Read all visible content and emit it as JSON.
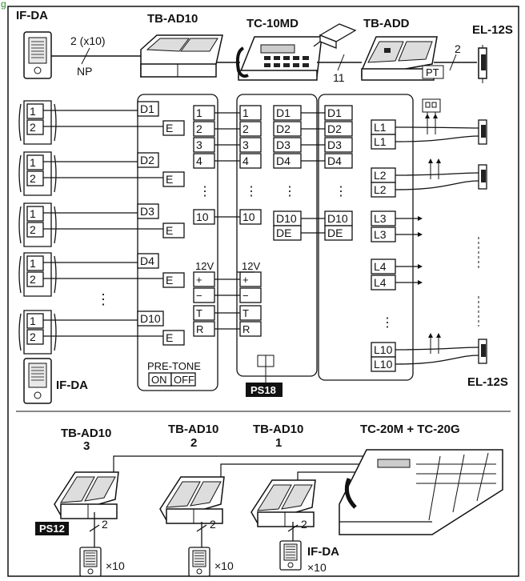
{
  "corner_text": "g",
  "top": {
    "if_da": "IF-DA",
    "tb_ad10": "TB-AD10",
    "tc_10md": "TC-10MD",
    "tb_add": "TB-ADD",
    "el_12s": "EL-12S",
    "wire_2x10": "2 (x10)",
    "wire_np": "NP",
    "wire_11": "11",
    "wire_2": "2",
    "pt": "PT"
  },
  "stations": [
    {
      "t1": "1",
      "t2": "2",
      "d": "D1",
      "e": "E"
    },
    {
      "t1": "1",
      "t2": "2",
      "d": "D2",
      "e": "E"
    },
    {
      "t1": "1",
      "t2": "2",
      "d": "D3",
      "e": "E"
    },
    {
      "t1": "1",
      "t2": "2",
      "d": "D4",
      "e": "E"
    },
    {
      "t1": "1",
      "t2": "2",
      "d": "D10",
      "e": "E"
    }
  ],
  "left_ellipsis": "⋮",
  "if_da_bottom": "IF-DA",
  "col_a": {
    "rows": [
      "1",
      "2",
      "3",
      "4",
      "10"
    ],
    "v12": "12V",
    "plus": "+",
    "minus": "−",
    "t": "T",
    "r": "R",
    "pretone": "PRE-TONE",
    "on": "ON",
    "off": "OFF"
  },
  "col_b": {
    "rows": [
      "1",
      "2",
      "3",
      "4",
      "10"
    ],
    "v12": "12V",
    "plus": "+",
    "minus": "−",
    "t": "T",
    "r": "R",
    "ps": "PS18"
  },
  "col_c": {
    "rows": [
      "D1",
      "D2",
      "D3",
      "D4",
      "D10",
      "DE"
    ]
  },
  "col_d": {
    "rows": [
      "D1",
      "D2",
      "D3",
      "D4",
      "D10",
      "DE"
    ]
  },
  "col_l": {
    "rows": [
      "L1",
      "L1",
      "L2",
      "L2",
      "L3",
      "L3",
      "L4",
      "L4",
      "L10",
      "L10"
    ]
  },
  "el_12s_right": "EL-12S",
  "bottom": {
    "tb3_name": "TB-AD10",
    "tb3_num": "3",
    "tb2_name": "TB-AD10",
    "tb2_num": "2",
    "tb1_name": "TB-AD10",
    "tb1_num": "1",
    "tc": "TC-20M + TC-20G",
    "ps12": "PS12",
    "wire2a": "2",
    "wire2b": "2",
    "wire2c": "2",
    "x10a": "×10",
    "x10b": "×10",
    "x10c": "×10",
    "ifda": "IF-DA"
  },
  "colors": {
    "ink": "#111111",
    "accent": "#2e8b2e",
    "panel": "#ffffff"
  }
}
